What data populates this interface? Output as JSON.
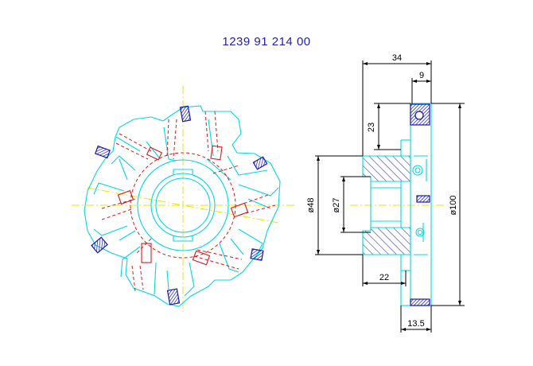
{
  "title": "1239 91 214 00",
  "dimensions": {
    "width_total": "34",
    "width_top": "9",
    "depth_23": "23",
    "dia_48": "ø48",
    "dia_27": "ø27",
    "dia_100": "ø100",
    "hub_22": "22",
    "width_bottom": "13.5"
  },
  "colors": {
    "title": "#2222aa",
    "outline": "#00d8e8",
    "dimension": "#000000",
    "hidden_red": "#e01818",
    "insert_blue": "#1818b0",
    "centerline": "#e8e800",
    "hatch": "#3c3cb8"
  }
}
